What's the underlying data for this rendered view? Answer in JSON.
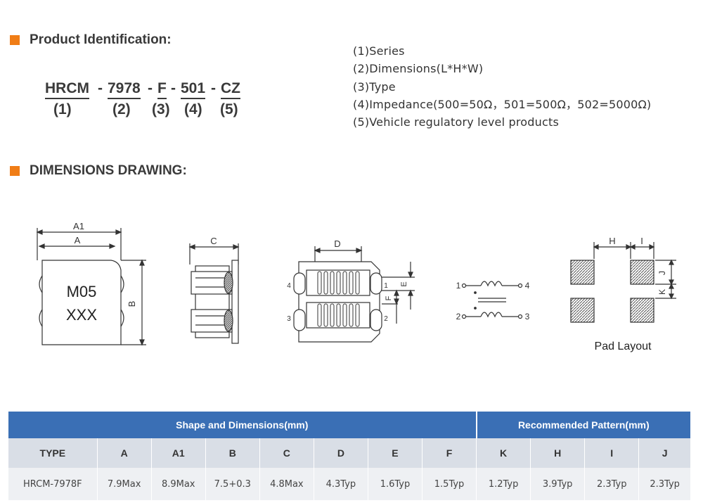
{
  "sections": {
    "product_identification": "Product Identification:",
    "dimensions_drawing": "DIMENSIONS DRAWING:"
  },
  "part_number": {
    "segments": [
      "HRCM",
      "7978",
      "F",
      "501",
      "CZ"
    ],
    "separator": "-",
    "indices": [
      "(1)",
      "(2)",
      "(3)",
      "(4)",
      "(5)"
    ]
  },
  "legend": [
    "(1)Series",
    "(2)Dimensions(L*H*W)",
    "(3)Type",
    "(4)Impedance(500=50Ω，501=500Ω，502=5000Ω)",
    "(5)Vehicle regulatory level products"
  ],
  "drawing": {
    "marking_line1": "M05",
    "marking_line2": "XXX",
    "dim_A1": "A1",
    "dim_A": "A",
    "dim_B": "B",
    "dim_C": "C",
    "dim_D": "D",
    "dim_E": "E",
    "dim_F": "F",
    "pin1": "1",
    "pin2": "2",
    "pin3": "3",
    "pin4": "4",
    "dim_H": "H",
    "dim_I": "I",
    "dim_J": "J",
    "dim_K": "K",
    "pad_layout_label": "Pad Layout"
  },
  "table": {
    "group_shape": "Shape and Dimensions(mm)",
    "group_pattern": "Recommended Pattern(mm)",
    "columns": [
      "TYPE",
      "A",
      "A1",
      "B",
      "C",
      "D",
      "E",
      "F",
      "K",
      "H",
      "I",
      "J"
    ],
    "rows": [
      [
        "HRCM-7978F",
        "7.9Max",
        "8.9Max",
        "7.5+0.3",
        "4.8Max",
        "4.3Typ",
        "1.6Typ",
        "1.5Typ",
        "1.2Typ",
        "3.9Typ",
        "2.3Typ",
        "2.3Typ"
      ]
    ]
  },
  "colors": {
    "accent": "#f07d16",
    "table_header": "#3a6fb5",
    "table_subheader": "#d9dee6",
    "table_row": "#eef0f3"
  }
}
